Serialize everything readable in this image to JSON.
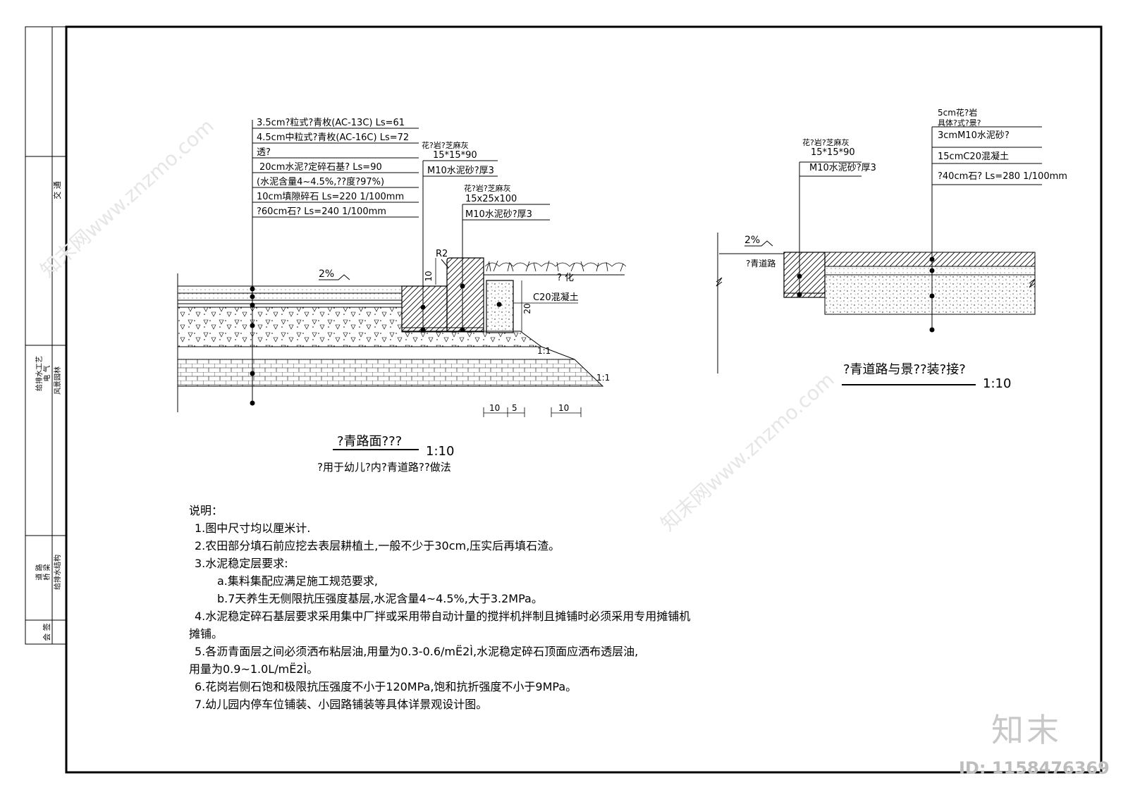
{
  "title_block": {
    "rows": [
      "交 通",
      "给排水工艺",
      "电 气",
      "风景园林",
      "道 路",
      "桥 梁",
      "给排水结构",
      "会 签"
    ]
  },
  "detail_left": {
    "layers_main": [
      "3.5cm?粒式?青枚(AC-13C) Ls=61",
      "4.5cm中粒式?青枚(AC-16C) Ls=72",
      "透?",
      "20cm水泥?定碎石基? Ls=90",
      "(水泥含量4~4.5%,??度?97%)",
      "10cm填隙碎石 Ls=220 1/100mm",
      "?60cm石? Ls=240 1/100mm"
    ],
    "curb_labels": [
      "花?岩?芝麻灰",
      "15*15*90",
      "M10水泥砂?厚3"
    ],
    "edge_labels": [
      "花?岩?芝麻灰",
      "15x25x100",
      "M10水泥砂?厚3"
    ],
    "r_label": "R2",
    "slope": "2%",
    "dim_10_vertical": "10",
    "dim_20_vertical": "20",
    "concrete": "C20混凝土",
    "greening": "? 化",
    "ratio_a": "1:1",
    "ratio_b": "1:1",
    "dims_bottom": [
      "10",
      "5",
      "10"
    ],
    "title": "?青路面???",
    "scale": "1:10",
    "subtitle": "?用于幼儿?内?青道路??做法"
  },
  "detail_right": {
    "labels_left": [
      "花?岩?芝麻灰",
      "15*15*90",
      "M10水泥砂?厚3"
    ],
    "labels_right": [
      "5cm花?岩",
      "具体?式?景?",
      "3cmM10水泥砂?",
      "15cmC20混凝土",
      "?40cm石? Ls=280 1/100mm"
    ],
    "slope": "2%",
    "road_label": "?青道路",
    "title": "?青道路与景??装?接?",
    "scale": "1:10"
  },
  "notes": {
    "heading": "说明：",
    "items": [
      "1.图中尺寸均以厘米计.",
      "2.农田部分填石前应挖去表层耕植土,一般不少于30cm,压实后再填石渣。",
      "3.水泥稳定层要求:",
      "a.集料集配应满足施工规范要求,",
      "b.7天养生无侧限抗压强度基层,水泥含量4~4.5%,大于3.2MPa。",
      "4.水泥稳定碎石基层要求采用集中厂拌或采用带自动计量的搅拌机拌制且摊铺时必须采用专用摊铺机",
      "摊铺。",
      "5.各沥青面层之间必须洒布粘层油,用量为0.3-0.6/mË2Ì,水泥稳定碎石顶面应洒布透层油,",
      "用量为0.9~1.0L/mË2Ì。",
      "6.花岗岩侧石饱和极限抗压强度不小于120MPa,饱和抗折强度不小于9MPa。",
      "7.幼儿园内停车位铺装、小园路铺装等具体详景观设计图。"
    ],
    "levels": [
      1,
      1,
      1,
      2,
      2,
      1,
      0,
      1,
      0,
      1,
      1
    ]
  },
  "watermark": {
    "brand": "知末",
    "id": "ID: 1158476369",
    "site": "知末网www.znzmo.com"
  }
}
